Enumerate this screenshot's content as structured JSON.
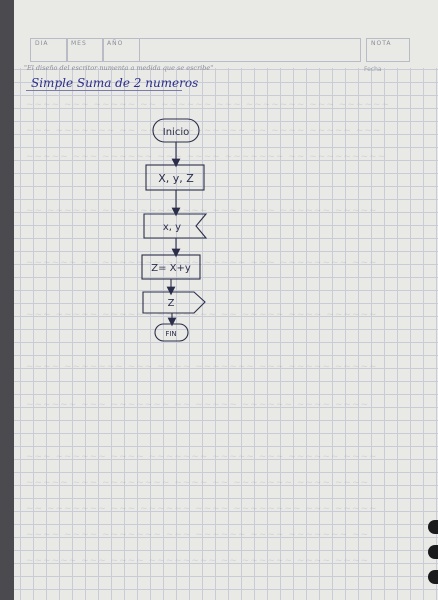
{
  "header": {
    "day_label": "DIA",
    "month_label": "MES",
    "year_label": "AÑO",
    "grade_label": "NOTA",
    "quote": "\"El diseño del escritor numenta a medida que se escribe\"",
    "date_label": "Fecha"
  },
  "page": {
    "title": "Simple  Suma de 2 numeros"
  },
  "flowchart": {
    "start": "Inicio",
    "input": "X, y, Z",
    "process_in": "x, y",
    "assign": "Z= X+y",
    "output": "Z",
    "end": "FIN"
  },
  "colors": {
    "ink": "#2b2e4a",
    "title_ink": "#2a2e8a",
    "grid": "#c9ccd6",
    "paper": "#e9e9e6"
  }
}
